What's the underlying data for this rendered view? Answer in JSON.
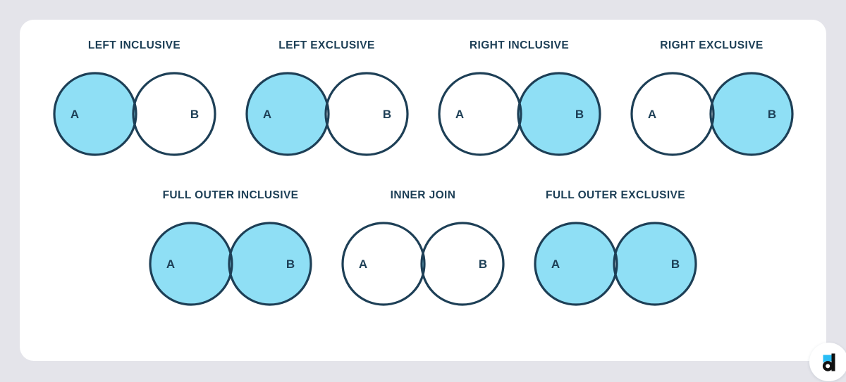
{
  "page": {
    "background_color": "#e4e4ea",
    "card_color": "#ffffff"
  },
  "theme": {
    "fill_color": "#8fdff5",
    "stroke_color": "#1d3f56",
    "title_color": "#1d3f56",
    "logo_accent_color": "#29bdf5",
    "logo_mark_color": "#111111"
  },
  "labels": {
    "left_circle": "A",
    "right_circle": "B"
  },
  "diagrams": [
    {
      "id": "left-inclusive",
      "title": "LEFT INCLUSIVE",
      "left_label": "A",
      "right_label": "B",
      "shaded": [
        "left-only",
        "intersection"
      ],
      "left_filled": true,
      "right_filled": false,
      "intersection_filled": true
    },
    {
      "id": "left-exclusive",
      "title": "LEFT EXCLUSIVE",
      "left_label": "A",
      "right_label": "B",
      "shaded": [
        "left-only"
      ],
      "left_filled": true,
      "right_filled": false,
      "intersection_filled": false
    },
    {
      "id": "right-inclusive",
      "title": "RIGHT INCLUSIVE",
      "left_label": "A",
      "right_label": "B",
      "shaded": [
        "right-only",
        "intersection"
      ],
      "left_filled": false,
      "right_filled": true,
      "intersection_filled": true
    },
    {
      "id": "right-exclusive",
      "title": "RIGHT EXCLUSIVE",
      "left_label": "A",
      "right_label": "B",
      "shaded": [
        "right-only"
      ],
      "left_filled": false,
      "right_filled": true,
      "intersection_filled": false
    },
    {
      "id": "full-outer-inclusive",
      "title": "FULL OUTER INCLUSIVE",
      "left_label": "A",
      "right_label": "B",
      "shaded": [
        "left-only",
        "right-only",
        "intersection"
      ],
      "left_filled": true,
      "right_filled": true,
      "intersection_filled": true
    },
    {
      "id": "inner-join",
      "title": "INNER JOIN",
      "left_label": "A",
      "right_label": "B",
      "shaded": [
        "intersection"
      ],
      "left_filled": false,
      "right_filled": false,
      "intersection_filled": true
    },
    {
      "id": "full-outer-exclusive",
      "title": "FULL OUTER EXCLUSIVE",
      "left_label": "A",
      "right_label": "B",
      "shaded": [
        "left-only",
        "right-only"
      ],
      "left_filled": true,
      "right_filled": true,
      "intersection_filled": false
    }
  ],
  "logo": {
    "name": "d-logo",
    "letter": "d"
  }
}
